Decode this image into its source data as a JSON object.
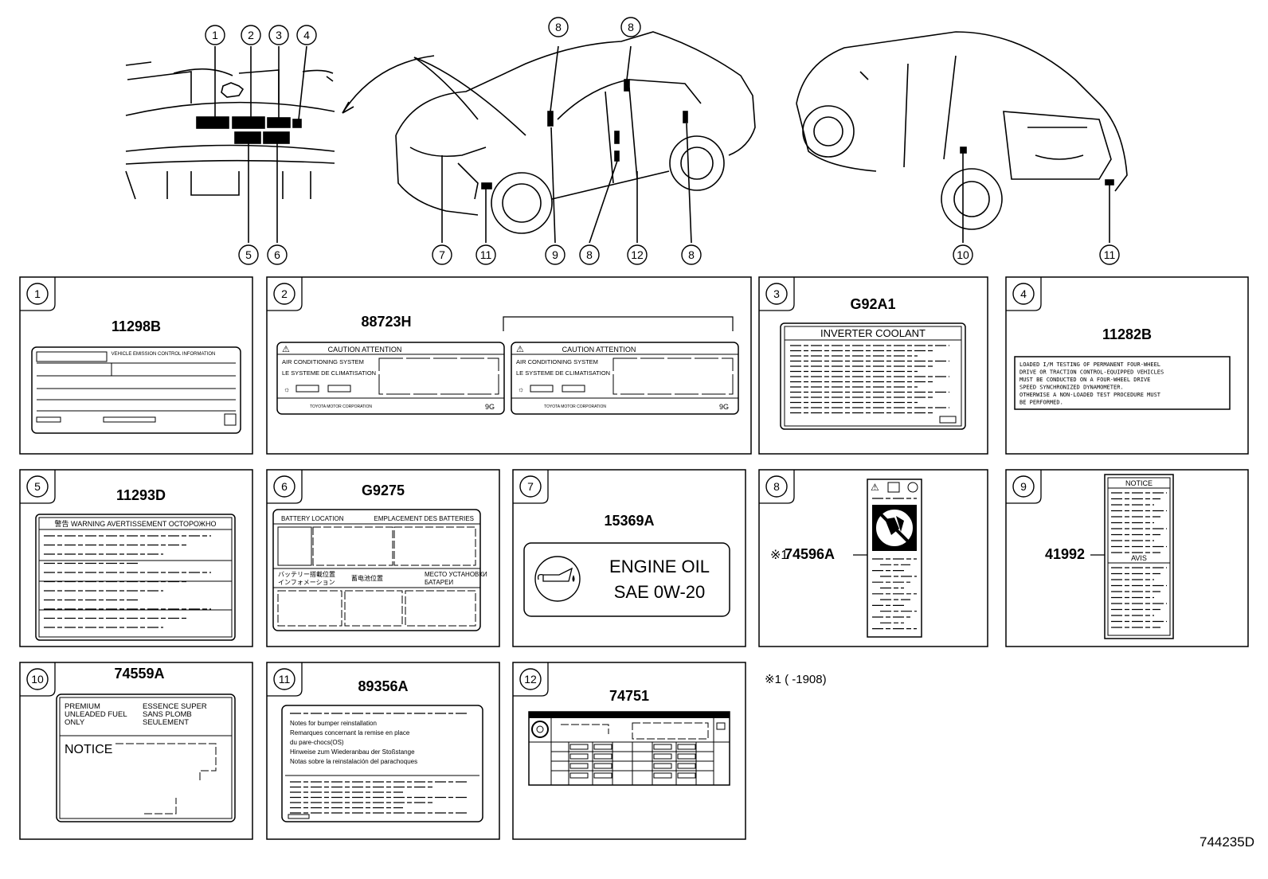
{
  "diagram_code": "744235D",
  "footnote": "※1 (      -1908)",
  "callouts_top": {
    "engine_bay": [
      "1",
      "2",
      "3",
      "4",
      "5",
      "6"
    ],
    "front_car": [
      "8",
      "8",
      "7",
      "11",
      "9",
      "8",
      "12",
      "8"
    ],
    "rear_car": [
      "10",
      "11"
    ]
  },
  "panels": [
    {
      "num": "1",
      "part": "11298B",
      "lines": [
        "VEHICLE EMISSION CONTROL INFORMATION"
      ]
    },
    {
      "num": "2",
      "part": "88723H",
      "lines": [
        "CAUTION  ATTENTION",
        "AIR CONDITIONING SYSTEM",
        "LE SYSTEME DE CLIMATISATION",
        "TOYOTA MOTOR CORPORATION",
        "9G"
      ]
    },
    {
      "num": "3",
      "part": "G92A1",
      "lines": [
        "INVERTER COOLANT"
      ]
    },
    {
      "num": "4",
      "part": "11282B",
      "lines": [
        "LOADED I/M TESTING OF PERMANENT FOUR-WHEEL",
        "DRIVE OR TRACTION CONTROL-EQUIPPED VEHICLES",
        "MUST BE CONDUCTED ON A FOUR-WHEEL DRIVE",
        "SPEED SYNCHRONIZED DYNAMOMETER.",
        "OTHERWISE A NON-LOADED TEST PROCEDURE MUST",
        "BE PERFORMED."
      ]
    },
    {
      "num": "5",
      "part": "11293D",
      "lines": [
        "警告  WARNING AVERTISSEMENT ОСТОРОЖНО"
      ]
    },
    {
      "num": "6",
      "part": "G9275",
      "lines": [
        "BATTERY LOCATION",
        "EMPLACEMENT DES BATTERIES",
        "バッテリー搭載位置",
        "インフォメーション",
        "蓄电池位置",
        "МЕСТО УСТАНОВКИ",
        "БАТАРЕИ"
      ]
    },
    {
      "num": "7",
      "part": "15369A",
      "lines": [
        "ENGINE OIL",
        "SAE  0W-20"
      ]
    },
    {
      "num": "8",
      "part": "74596A",
      "mark": "※1",
      "lines": []
    },
    {
      "num": "9",
      "part": "41992",
      "lines": [
        "NOTICE",
        "AVIS"
      ]
    },
    {
      "num": "10",
      "part": "74559A",
      "lines": [
        "PREMIUM",
        "UNLEADED FUEL",
        "ONLY",
        "ESSENCE SUPER",
        "SANS PLOMB",
        "SEULEMENT",
        "NOTICE"
      ]
    },
    {
      "num": "11",
      "part": "89356A",
      "lines": [
        "Notes for bumper reinstallation",
        "Remarques concernant la remise en place",
        "du pare-chocs(OS)",
        "Hinweise zum Wiederanbau der Stoßstange",
        "Notas sobre la reinstalación del parachoques"
      ]
    },
    {
      "num": "12",
      "part": "74751",
      "lines": []
    }
  ]
}
